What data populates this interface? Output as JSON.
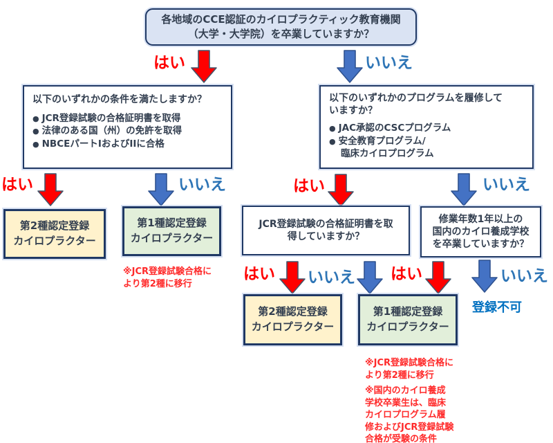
{
  "colors": {
    "box_border_navy": "#1f3864",
    "box_text_navy": "#333f50",
    "top_box_fill": "#dae3f3",
    "cream_fill": "#fff2cc",
    "green_fill": "#e2efda",
    "yes_red": "#ff0000",
    "no_blue": "#2e75b6",
    "arrow_red": "#ff0000",
    "arrow_blue": "#4472c4",
    "note_red": "#ff2a2a",
    "no_registration_blue": "#0070c0"
  },
  "labels": {
    "yes": "はい",
    "no": "いいえ"
  },
  "root_question": "各地域のCCE認証のカイロプラクティック教育機関\n（大学・大学院）を卒業していますか？",
  "left_branch": {
    "question_title": "以下のいずれかの条件を満たしますか？",
    "bullets": [
      "JCR登録試験の合格証明書を取得",
      "法律のある国（州）の免許を取得",
      "NBCEパートIおよびIIに合格"
    ],
    "yes_result": "第2種認定登録\nカイロプラクター",
    "no_result": "第1種認定登録\nカイロプラクター",
    "note": "※JCR登録試験合格に\nより第2種に移行"
  },
  "right_branch": {
    "question_title": "以下のいずれかのプログラムを履修して\nいますか？",
    "bullets": [
      "JAC承認のCSCプログラム",
      "安全教育プログラム/\n臨床カイロプログラム"
    ],
    "yes_question": "JCR登録試験の合格証明書を取\n得していますか？",
    "no_question": "修業年数1年以上の\n国内のカイロ養成学校\nを卒業していますか？",
    "jcr_yes_result": "第2種認定登録\nカイロプラクター",
    "jcr_no_result": "第1種認定登録\nカイロプラクター",
    "school_no_result": "登録不可",
    "notes": [
      "※JCR登録試験合格に\nより第2種に移行",
      "※国内のカイロ養成\n学校卒業生は、臨床\nカイロプログラム履\n修およびJCR登録試験\n合格が受験の条件"
    ]
  }
}
